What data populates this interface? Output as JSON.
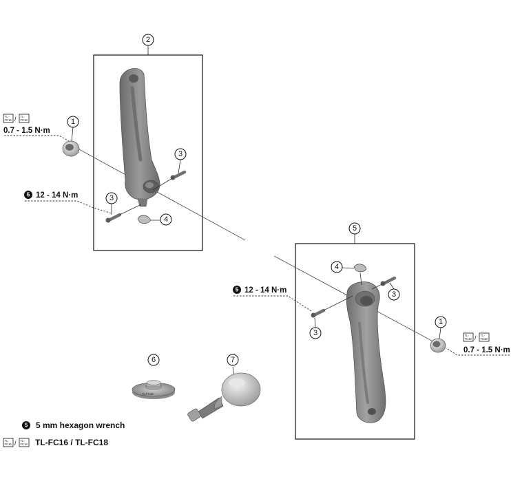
{
  "callouts": {
    "fixing_bolt": "1",
    "crank_arm_left": "2",
    "pinch_bolt": "3",
    "safety_plate": "4",
    "crank_arm_right": "5",
    "tool_tl_fc16": "6",
    "tool_tl_fc18": "7"
  },
  "torques": {
    "fixing_bolt": "0.7 - 1.5 N·m",
    "pinch_bolt": "12 - 14 N·m"
  },
  "tool_icons": {
    "first": "TL-FC16",
    "second": "TL-FC18"
  },
  "legend": {
    "wrench_size": "5",
    "hex_wrench_text": "5 mm hexagon wrench",
    "tools_text": "TL-FC16 / TL-FC18"
  },
  "colors": {
    "line": "#111111",
    "part_fill": "#8a8a8a",
    "background": "#ffffff"
  }
}
